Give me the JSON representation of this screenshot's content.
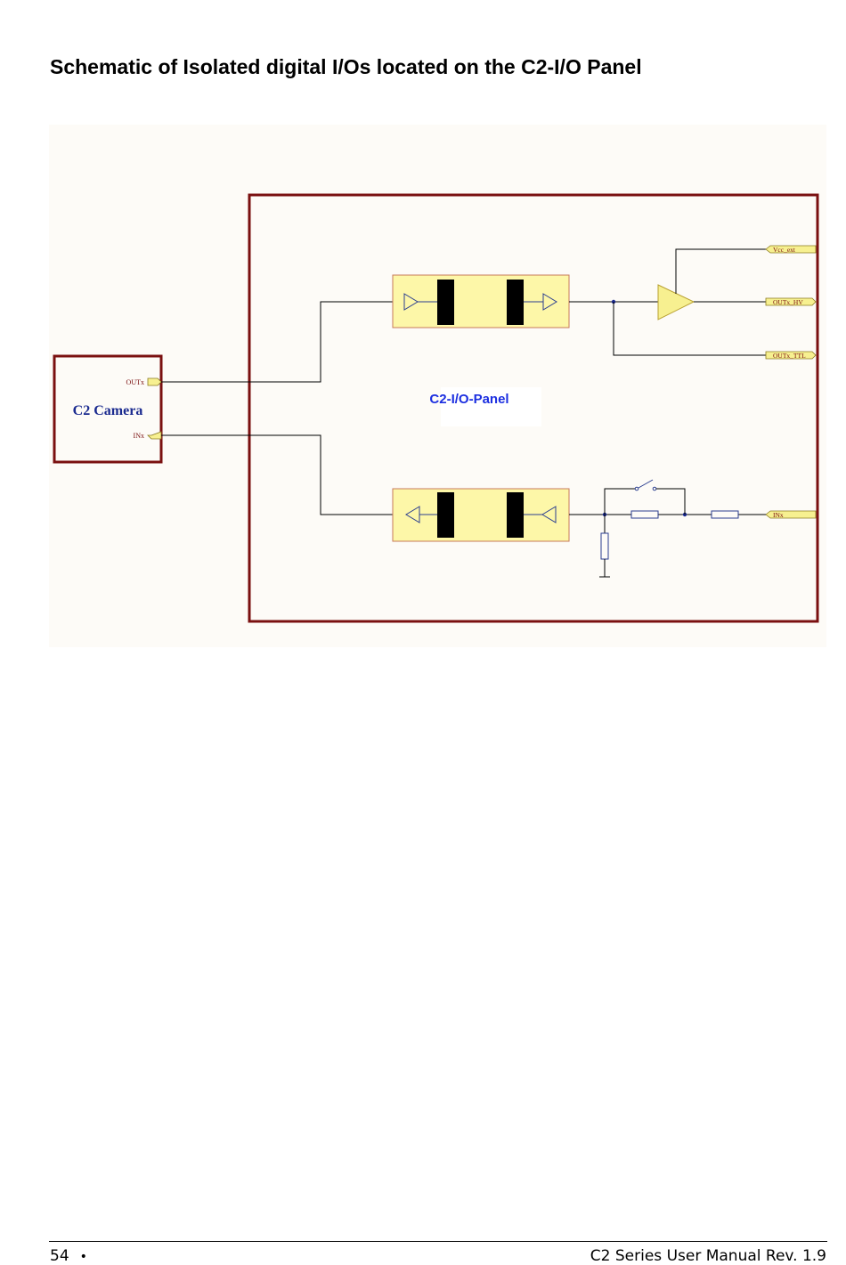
{
  "heading": "Schematic of Isolated digital I/Os located on the C2-I/O Panel",
  "schematic": {
    "camera_label": "C2 Camera",
    "panel_label": "C2-I/O-Panel",
    "camera_ports": {
      "out": "OUTx",
      "in": "INx"
    },
    "panel_ports": {
      "vcc": "Vcc_ext",
      "out_hv": "OUTx_HV",
      "out_ttl": "OUTx_TTL",
      "in": "INx"
    },
    "colors": {
      "border": "#7a1010",
      "background": "#fdfbf7",
      "optocoupler_fill": "#fdf7a8",
      "optocoupler_border": "#c87a5a",
      "wire": "#000000",
      "component_blue": "#2a3d8f",
      "panel_label_blue": "#1b2ee0",
      "camera_label_blue": "#1a2a8f",
      "port_fill": "#f7f090",
      "port_text": "#7a1010"
    }
  },
  "footer": {
    "page_number": "54",
    "bullet": "•",
    "doc_title": "C2 Series User Manual Rev. 1.9"
  }
}
